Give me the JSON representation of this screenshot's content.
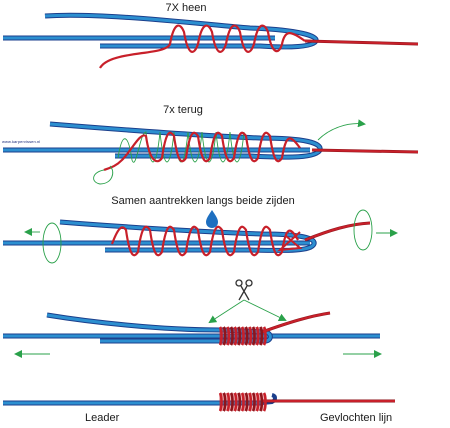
{
  "steps": [
    {
      "caption": "7X heen"
    },
    {
      "caption": "7x terug"
    },
    {
      "caption": "Samen aantrekken langs beide zijden"
    },
    {
      "caption": ""
    },
    {
      "caption": ""
    }
  ],
  "labels": {
    "leader": "Leader",
    "braid": "Gevlochten lijn"
  },
  "watermark": "www.karpervissen.nl",
  "colors": {
    "leader_line": "#2c8fd0",
    "leader_outline": "#1b3f8c",
    "braid_line": "#c8202a",
    "braid_dark": "#8e141b",
    "arrows": "#2aa14a",
    "drop": "#1e6fc0",
    "scissors": "#333333"
  },
  "icons": [
    "scissors-icon",
    "water-drop-icon",
    "pull-arrow-icon"
  ]
}
